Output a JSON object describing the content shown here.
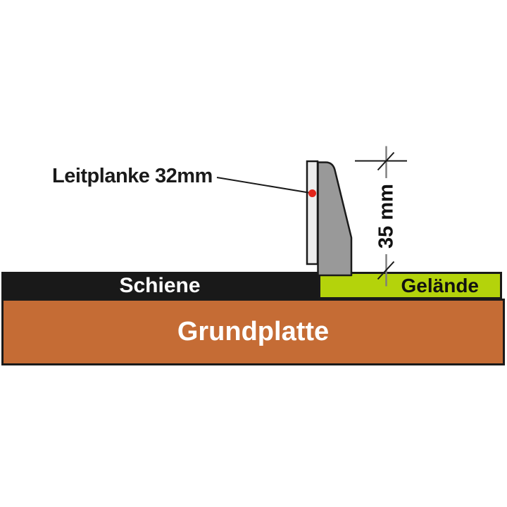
{
  "page": {
    "background": "#ffffff",
    "type": "technical-cross-section-diagram"
  },
  "annotations": {
    "part_label": "Leitplanke 32mm",
    "dimension_label": "35 mm"
  },
  "layers": {
    "schiene": {
      "label": "Schiene",
      "bg": "#191919",
      "text_color": "#ffffff"
    },
    "gelaende": {
      "label": "Gelände",
      "bg": "#b4d30b",
      "text_color": "#111111"
    },
    "grundplatte": {
      "label": "Grundplatte",
      "bg": "#c56c35",
      "text_color": "#ffffff"
    }
  },
  "colors": {
    "outline": "#1a1a1a",
    "plank_fill": "#ededed",
    "support_fill": "#999999",
    "marker_red": "#e2251b",
    "dimension_line": "#7d7d7d",
    "tick_color": "#1a1a1a",
    "leader_line": "#1a1a1a"
  }
}
